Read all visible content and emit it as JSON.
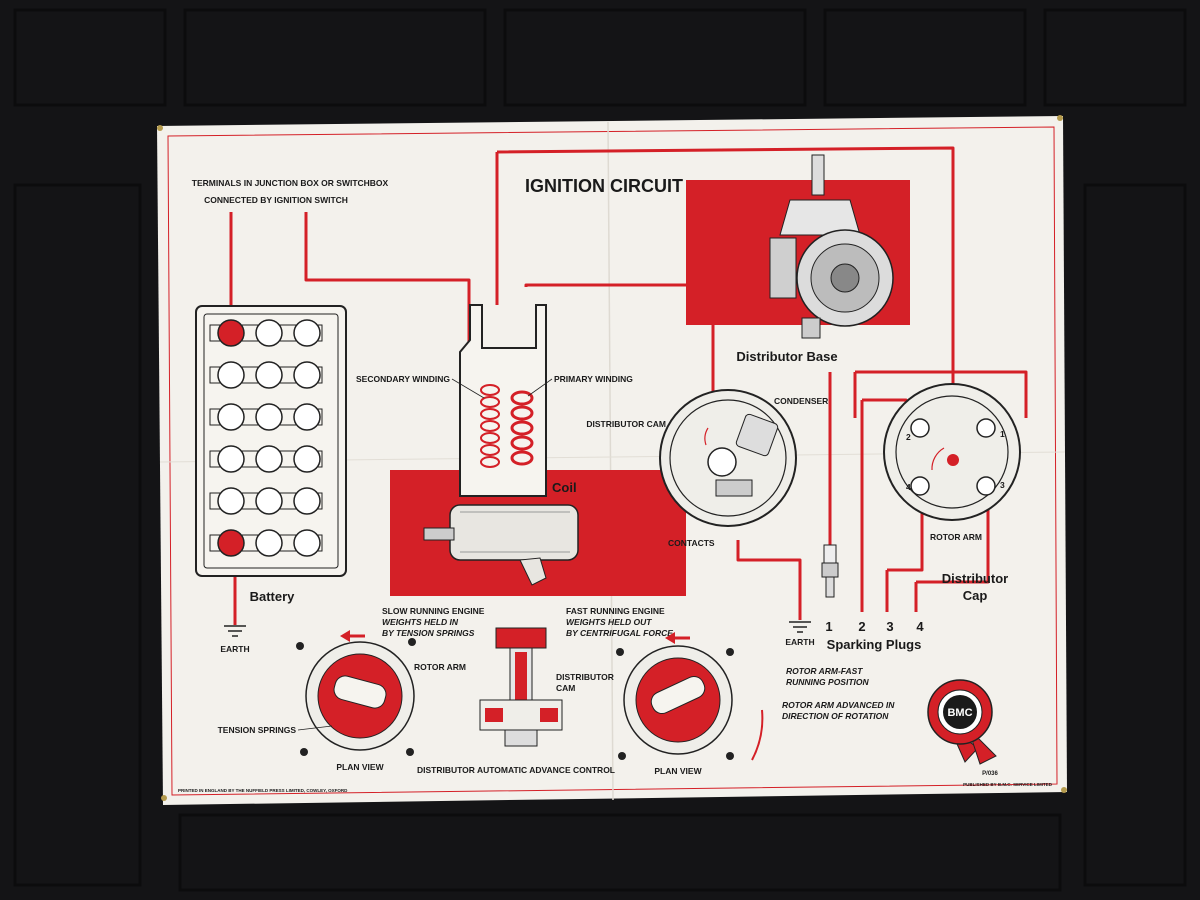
{
  "poster": {
    "title": "IGNITION CIRCUIT",
    "terminals_note_line1": "TERMINALS IN JUNCTION BOX OR SWITCHBOX",
    "terminals_note_line2": "CONNECTED BY IGNITION SWITCH",
    "battery_label": "Battery",
    "earth_label_left": "EARTH",
    "secondary_winding": "SECONDARY WINDING",
    "primary_winding": "PRIMARY WINDING",
    "coil_label": "Coil",
    "distributor_base_label": "Distributor Base",
    "distributor_cam": "DISTRIBUTOR CAM",
    "condenser": "CONDENSER",
    "contacts": "CONTACTS",
    "rotor_arm": "ROTOR ARM",
    "distributor_cap_line1": "Distributor",
    "distributor_cap_line2": "Cap",
    "cap_numbers": [
      "1",
      "2",
      "3",
      "4"
    ],
    "earth_label_right": "EARTH",
    "plug_numbers": [
      "1",
      "2",
      "3",
      "4"
    ],
    "sparking_plugs": "Sparking Plugs",
    "slow_line1": "SLOW RUNNING ENGINE",
    "slow_line2": "WEIGHTS HELD IN",
    "slow_line3": "BY TENSION SPRINGS",
    "rotor_arm_center": "ROTOR ARM",
    "distributor_cam_center_line1": "DISTRIBUTOR",
    "distributor_cam_center_line2": "CAM",
    "fast_line1": "FAST RUNNING ENGINE",
    "fast_line2": "WEIGHTS HELD OUT",
    "fast_line3": "BY CENTRIFUGAL FORCE",
    "rotor_fast_line1": "ROTOR ARM-FAST",
    "rotor_fast_line2": "RUNNING POSITION",
    "rotor_adv_line1": "ROTOR ARM ADVANCED IN",
    "rotor_adv_line2": "DIRECTION OF ROTATION",
    "tension_springs": "TENSION SPRINGS",
    "plan_view_left": "PLAN VIEW",
    "plan_view_right": "PLAN VIEW",
    "advance_control": "DISTRIBUTOR AUTOMATIC ADVANCE CONTROL",
    "logo_text": "BMC",
    "sheet_code": "P/036",
    "footer_left": "PRINTED IN ENGLAND BY THE NUFFIELD PRESS LIMITED, COWLEY, OXFORD",
    "footer_right": "PUBLISHED BY B.M.C. SERVICE LIMITED"
  },
  "colors": {
    "red": "#d42027",
    "paper": "#f3f1ec",
    "ink": "#1a1a1a",
    "background": "#141416"
  }
}
